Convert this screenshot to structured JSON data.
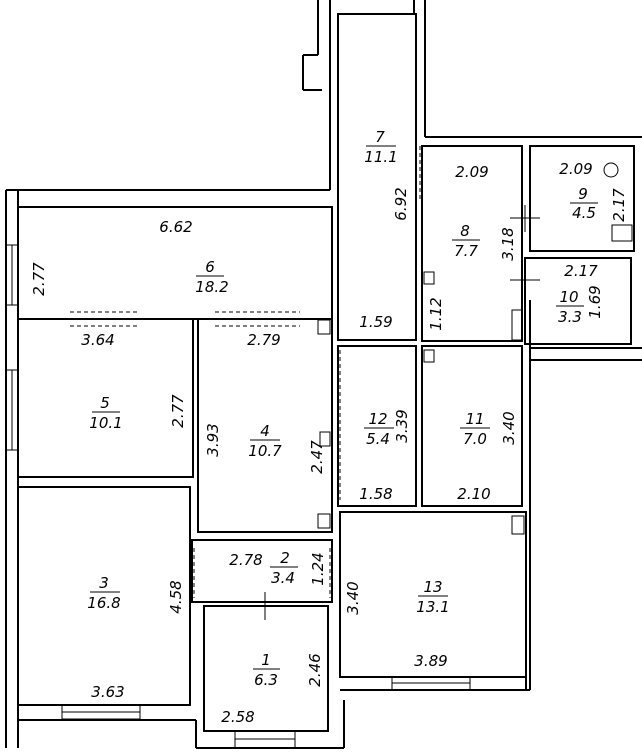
{
  "rooms": [
    {
      "number": "1",
      "area": "6.3"
    },
    {
      "number": "2",
      "area": "3.4"
    },
    {
      "number": "3",
      "area": "16.8"
    },
    {
      "number": "4",
      "area": "10.7"
    },
    {
      "number": "5",
      "area": "10.1"
    },
    {
      "number": "6",
      "area": "18.2"
    },
    {
      "number": "7",
      "area": "11.1"
    },
    {
      "number": "8",
      "area": "7.7"
    },
    {
      "number": "9",
      "area": "4.5"
    },
    {
      "number": "10",
      "area": "3.3"
    },
    {
      "number": "11",
      "area": "7.0"
    },
    {
      "number": "12",
      "area": "5.4"
    },
    {
      "number": "13",
      "area": "13.1"
    }
  ],
  "dimensions": {
    "r6_width": "6.62",
    "r6_height": "2.77",
    "r5_width": "3.64",
    "r5_height": "2.77",
    "r4_width": "2.79",
    "r4_height_left": "3.93",
    "r4_height_right": "2.47",
    "r3_width": "3.63",
    "r3_height": "4.58",
    "r2_width": "2.78",
    "r2_height": "1.24",
    "r1_width": "2.58",
    "r1_height": "2.46",
    "r7_length": "6.92",
    "r7_width": "1.59",
    "r8_width": "2.09",
    "r8_height": "3.18",
    "r8_nook": "1.12",
    "r9_width": "2.09",
    "r9_height": "2.17",
    "r10_width": "2.17",
    "r10_height": "1.69",
    "r11_width": "2.10",
    "r11_height": "3.40",
    "r12_width": "1.58",
    "r12_height": "3.39",
    "r13_width": "3.89",
    "r13_height": "3.40"
  }
}
